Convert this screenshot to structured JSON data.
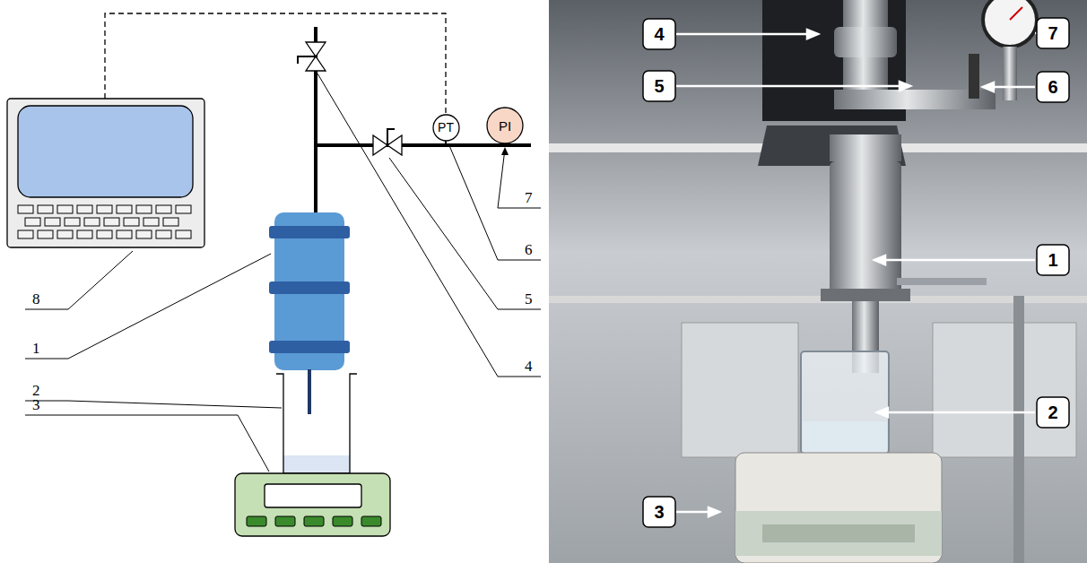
{
  "diagram": {
    "nodes": [
      {
        "text": [
          "PT"
        ]
      },
      {
        "text": [
          "PI"
        ]
      },
      {
        "text": [
          "4"
        ]
      },
      {
        "text": [
          "7"
        ]
      },
      {
        "text": [
          "5"
        ]
      },
      {
        "text": [
          "6"
        ]
      },
      {
        "text": [
          "1"
        ]
      },
      {
        "text": [
          "2"
        ]
      },
      {
        "text": [
          "3"
        ]
      }
    ],
    "labels": [
      "8",
      "1",
      "2",
      "3",
      "7",
      "6",
      "5",
      "4"
    ]
  }
}
